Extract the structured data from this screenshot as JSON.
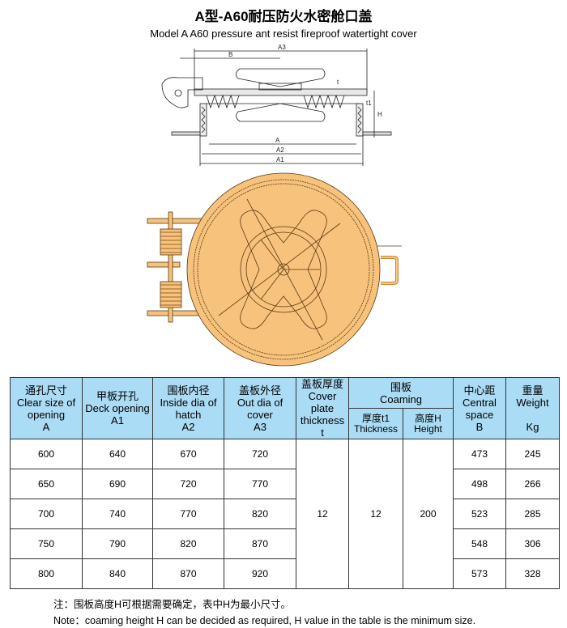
{
  "title": "A型-A60耐压防火水密舱口盖",
  "subtitle": "Model A  A60 pressure ant resist  fireproof watertight cover",
  "drawing_labels": {
    "A3": "A3",
    "B": "B",
    "A": "A",
    "A2": "A2",
    "A1": "A1",
    "H": "H",
    "t1": "t1",
    "t": "t"
  },
  "colors": {
    "cover": "#f6c27c",
    "header": "#abdcf5"
  },
  "table": {
    "headers": [
      {
        "cn": "通孔尺寸",
        "en": "Clear size of opening",
        "sym": "A"
      },
      {
        "cn": "甲板开孔",
        "en": "Deck opening",
        "sym": "A1"
      },
      {
        "cn": "围板内径",
        "en": "Inside dia of hatch",
        "sym": "A2"
      },
      {
        "cn": "盖板外径",
        "en": "Out dia of cover",
        "sym": "A3"
      },
      {
        "cn": "盖板厚度",
        "en": "Cover plate thickness",
        "sym": "t"
      },
      {
        "cn": "围板",
        "en": "Coaming"
      },
      {
        "cn": "中心距",
        "en": "Central space",
        "sym": "B"
      },
      {
        "cn": "重量",
        "en": "Weight",
        "sym": "Kg"
      }
    ],
    "sub_headers": [
      {
        "cn": "厚度t1",
        "en": "Thickness"
      },
      {
        "cn": "高度H",
        "en": "Height"
      }
    ],
    "rows": [
      {
        "A": "600",
        "A1": "640",
        "A2": "670",
        "A3": "720",
        "B": "473",
        "kg": "245"
      },
      {
        "A": "650",
        "A1": "690",
        "A2": "720",
        "A3": "770",
        "B": "498",
        "kg": "266"
      },
      {
        "A": "700",
        "A1": "740",
        "A2": "770",
        "A3": "820",
        "B": "523",
        "kg": "285"
      },
      {
        "A": "750",
        "A1": "790",
        "A2": "820",
        "A3": "870",
        "B": "548",
        "kg": "306"
      },
      {
        "A": "800",
        "A1": "840",
        "A2": "870",
        "A3": "920",
        "B": "573",
        "kg": "328"
      }
    ],
    "t": "12",
    "t1": "12",
    "H": "200"
  },
  "note_cn": "注：围板高度H可根据需要确定，表中H为最小尺寸。",
  "note_en": "Note：coaming height H can be decided as required,  H value in the table is the minimum size."
}
